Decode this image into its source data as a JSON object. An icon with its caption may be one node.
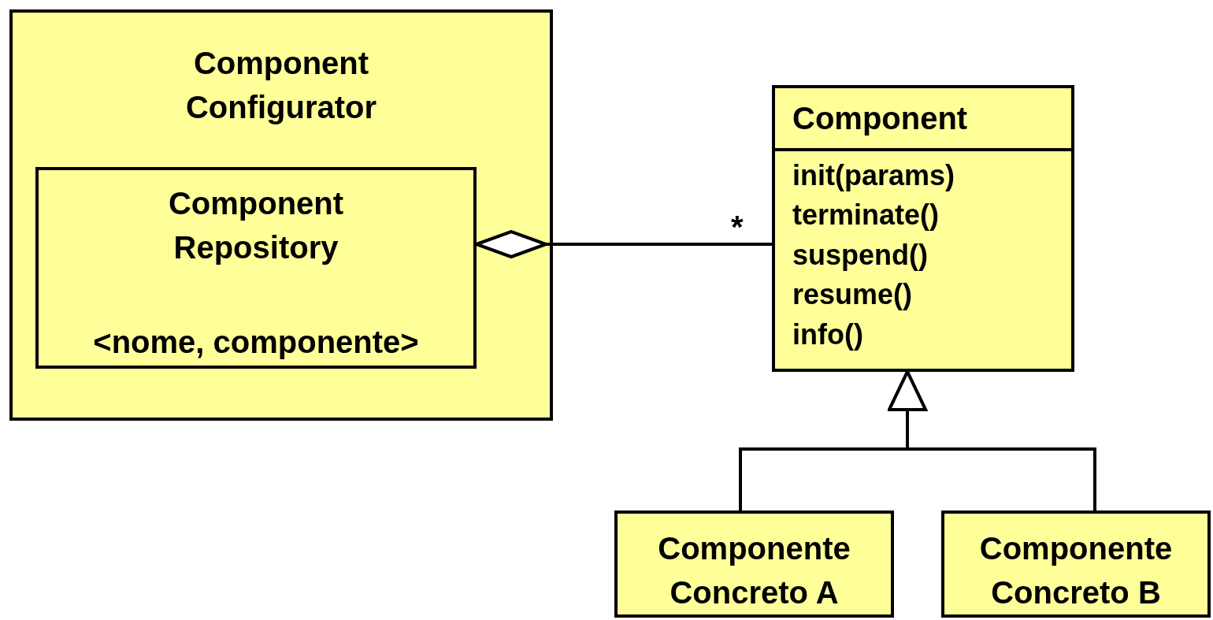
{
  "diagram": {
    "nodes": [
      {
        "text": [
          "Component Configurator"
        ]
      },
      {
        "text": [
          "Component Repository",
          "<nome, componente>"
        ],
        "in": 0
      },
      {
        "text": [
          "Component",
          "init(params)",
          "terminate()",
          "suspend()",
          "resume()",
          "info()"
        ]
      },
      {
        "text": [
          "Componente Concreto A"
        ]
      },
      {
        "text": [
          "Componente Concreto B"
        ]
      }
    ],
    "edges": [
      {
        "from": 1,
        "to": 2,
        "arrow": "other",
        "label": "*"
      },
      {
        "from": 3,
        "to": 2,
        "arrow": "to"
      },
      {
        "from": 4,
        "to": 2,
        "arrow": "to"
      }
    ]
  }
}
